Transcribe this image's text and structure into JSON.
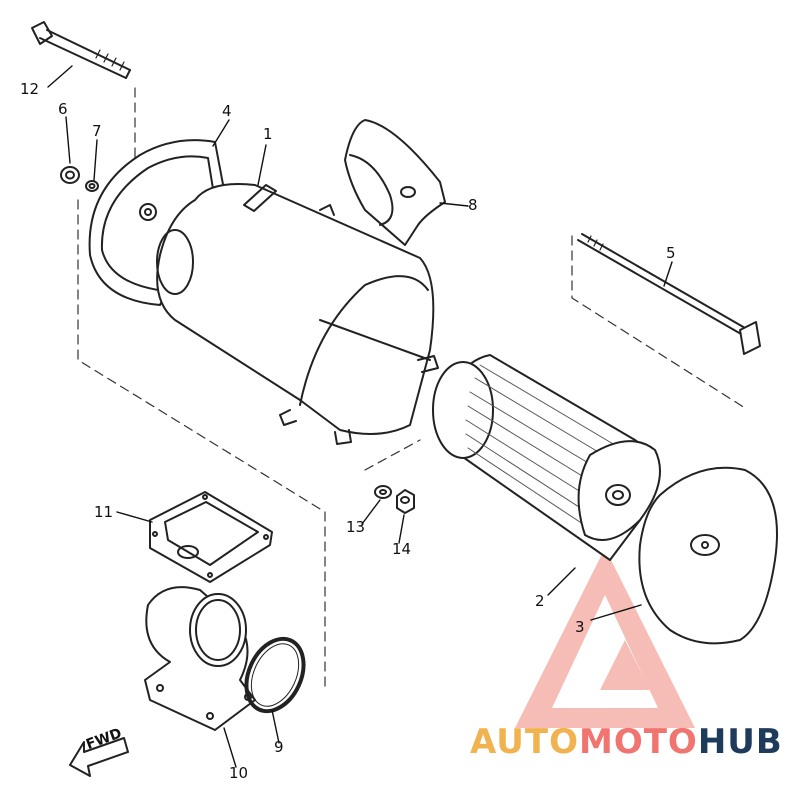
{
  "labels": {
    "n1": "1",
    "n2": "2",
    "n3": "3",
    "n4": "4",
    "n5": "5",
    "n6": "6",
    "n7": "7",
    "n8": "8",
    "n9": "9",
    "n10": "10",
    "n11": "11",
    "n12": "12",
    "n13": "13",
    "n14": "14"
  },
  "fwd_label": "FWD",
  "watermark": {
    "part1": "AUTO",
    "part2": "MOTO",
    "part3": "HUB",
    "colors": {
      "auto": "#f1b34f",
      "moto": "#f07470",
      "hub": "#1e3b5c",
      "triangle": "#f07470"
    }
  }
}
